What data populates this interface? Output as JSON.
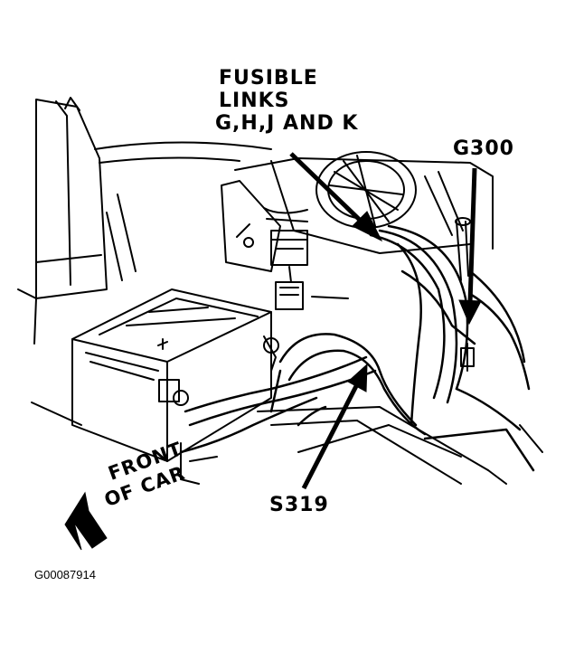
{
  "labels": {
    "fusible_line1": "FUSIBLE",
    "fusible_line2": "LINKS",
    "fusible_line3": "G,H,J AND K",
    "ground": "G300",
    "splice": "S319",
    "front_line1": "FRONT",
    "front_line2": "OF CAR"
  },
  "figure_id": "G00087914",
  "colors": {
    "ink": "#000000",
    "paper": "#ffffff"
  }
}
